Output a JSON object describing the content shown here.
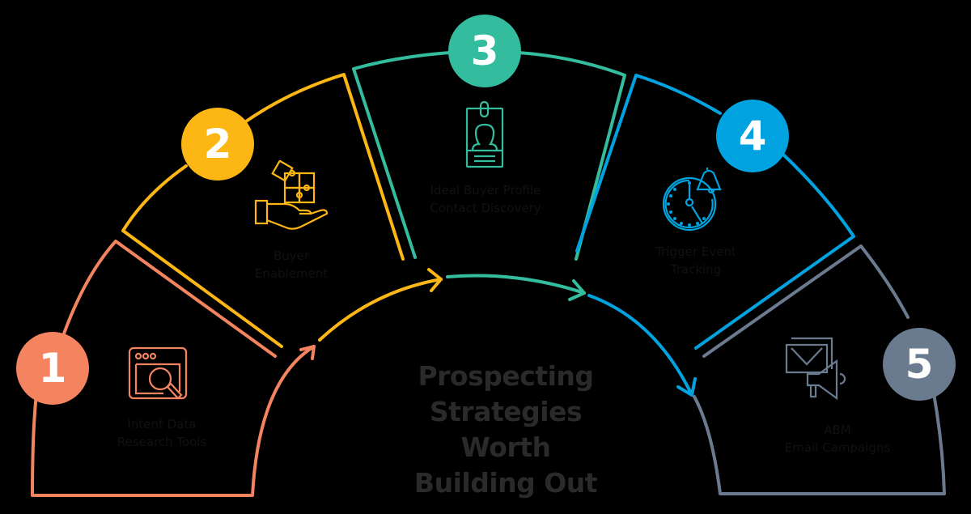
{
  "title": {
    "line1": "Prospecting",
    "line2": "Strategies Worth",
    "line3": "Building Out"
  },
  "steps": [
    {
      "number": "1",
      "label_line1": "Intent Data",
      "label_line2": "Research Tools",
      "icon": "browser-search-icon",
      "color": "#F4845F"
    },
    {
      "number": "2",
      "label_line1": "Buyer",
      "label_line2": "Enablement",
      "icon": "hand-puzzle-icon",
      "color": "#FDB714"
    },
    {
      "number": "3",
      "label_line1": "Ideal Buyer Profile",
      "label_line2": "Contact Discovery",
      "icon": "id-badge-icon",
      "color": "#34BC9E"
    },
    {
      "number": "4",
      "label_line1": "Trigger Event",
      "label_line2": "Tracking",
      "icon": "clock-bell-icon",
      "color": "#00A3DF"
    },
    {
      "number": "5",
      "label_line1": "ABM",
      "label_line2": "Email Campaigns",
      "icon": "email-megaphone-icon",
      "color": "#6B7B8F"
    }
  ],
  "colors": {
    "background": "#000000",
    "title": "#2A2A2A"
  }
}
